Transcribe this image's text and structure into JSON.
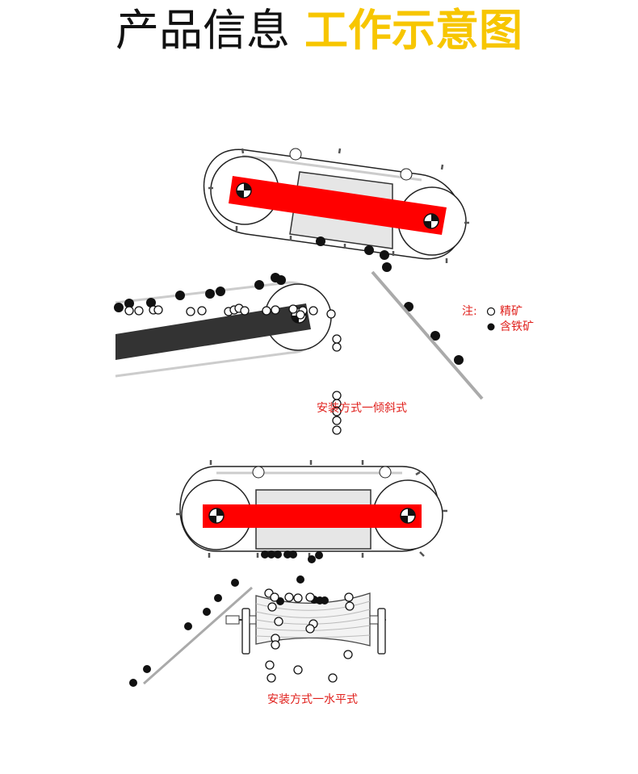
{
  "title": {
    "part1": "产品信息",
    "part2": "工作示意图"
  },
  "colors": {
    "accent": "#f7c600",
    "magnet": "#ff0000",
    "label": "#e0201c",
    "belt": "#3a3a3a"
  },
  "legend": {
    "prefix": "注:",
    "concentrate": "精矿",
    "iron_ore": "含铁矿"
  },
  "labels": {
    "inclined": "安装方式一倾斜式",
    "horizontal": "安装方式一水平式"
  }
}
